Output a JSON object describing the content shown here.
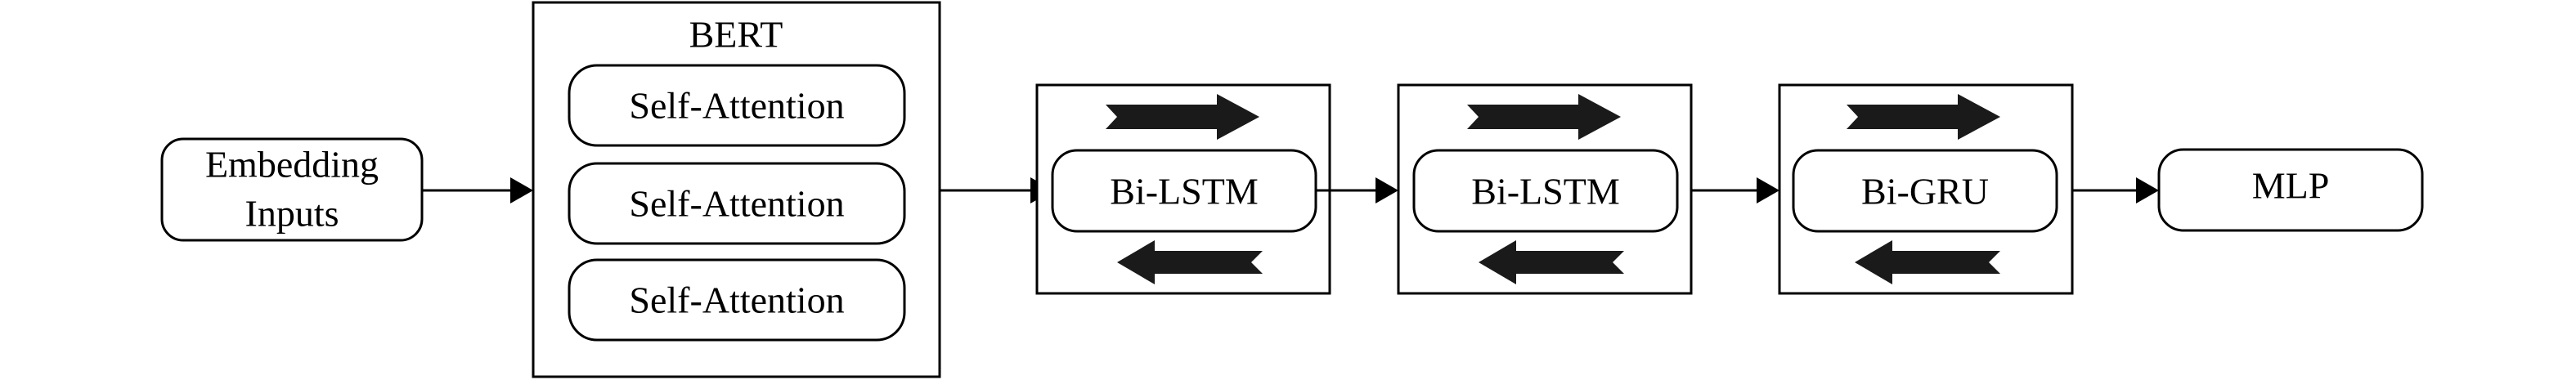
{
  "nodes": {
    "embedding": {
      "line1": "Embedding",
      "line2": "Inputs"
    },
    "bert": {
      "title": "BERT",
      "layers": [
        "Self-Attention",
        "Self-Attention",
        "Self-Attention"
      ]
    },
    "bilstm_1": {
      "label": "Bi-LSTM"
    },
    "bilstm_2": {
      "label": "Bi-LSTM"
    },
    "bigru": {
      "label": "Bi-GRU"
    },
    "mlp": {
      "label": "MLP"
    }
  },
  "edges": [
    {
      "from": "Embedding Inputs",
      "to": "BERT"
    },
    {
      "from": "BERT",
      "to": "Bi-LSTM"
    },
    {
      "from": "Bi-LSTM",
      "to": "Bi-LSTM"
    },
    {
      "from": "Bi-LSTM",
      "to": "Bi-GRU"
    },
    {
      "from": "Bi-GRU",
      "to": "MLP"
    }
  ],
  "icons": {
    "forward": "right-block-arrow-icon",
    "backward": "left-block-arrow-icon"
  },
  "colors": {
    "stroke": "#000000",
    "fill": "#ffffff",
    "arrow": "#1a1a1a"
  }
}
